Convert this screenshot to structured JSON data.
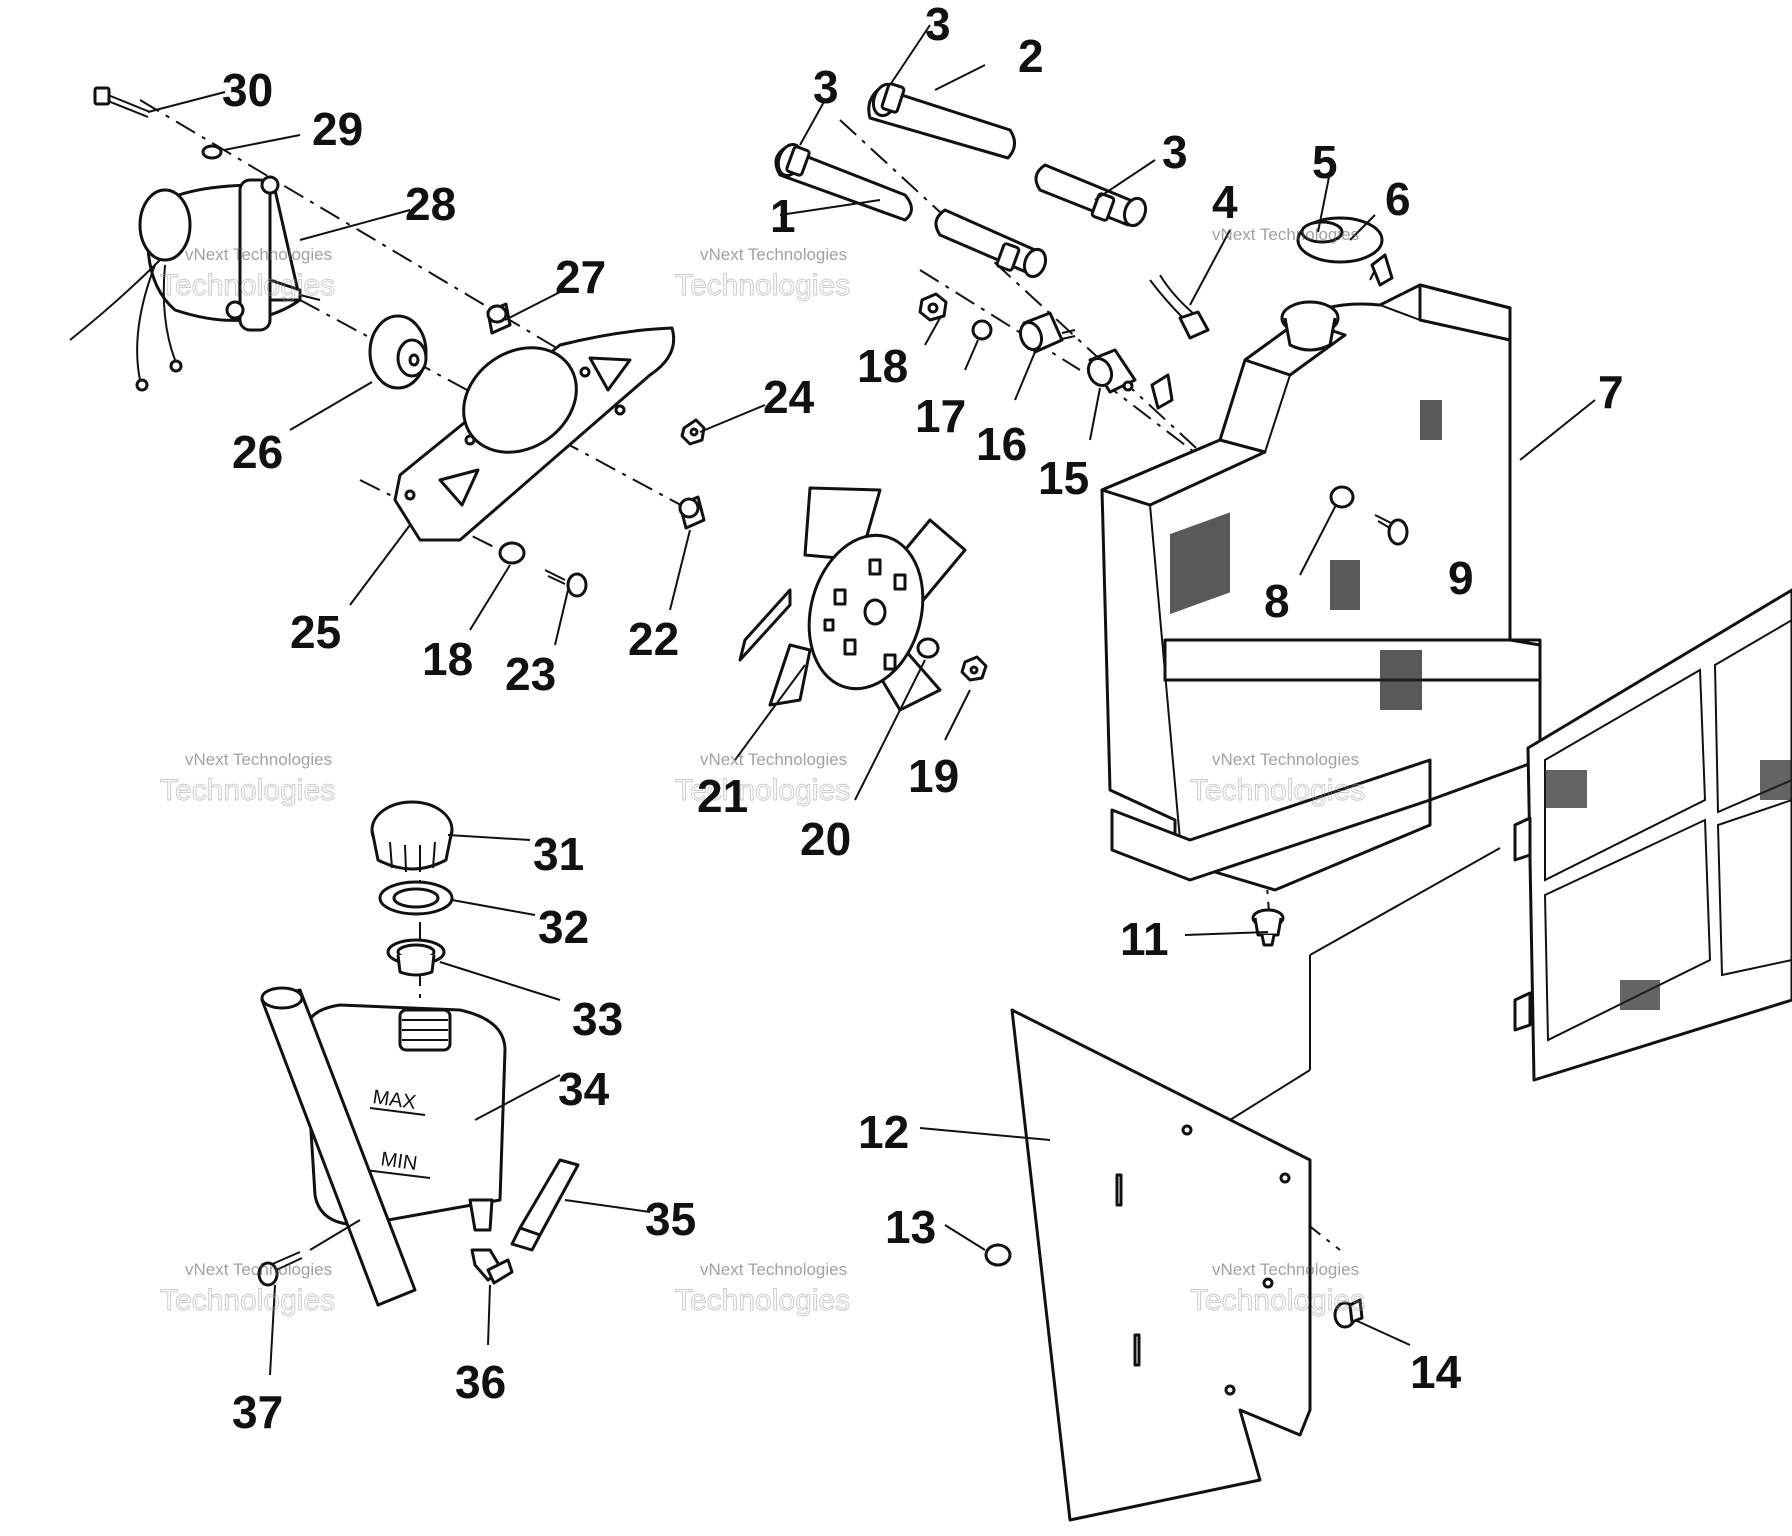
{
  "callouts": [
    {
      "id": "30",
      "text": "30"
    },
    {
      "id": "29",
      "text": "29"
    },
    {
      "id": "28",
      "text": "28"
    },
    {
      "id": "27",
      "text": "27"
    },
    {
      "id": "26",
      "text": "26"
    },
    {
      "id": "25",
      "text": "25"
    },
    {
      "id": "24",
      "text": "24"
    },
    {
      "id": "23",
      "text": "23"
    },
    {
      "id": "22",
      "text": "22"
    },
    {
      "id": "21",
      "text": "21"
    },
    {
      "id": "20",
      "text": "20"
    },
    {
      "id": "19",
      "text": "19"
    },
    {
      "id": "18a",
      "text": "18"
    },
    {
      "id": "18b",
      "text": "18"
    },
    {
      "id": "17",
      "text": "17"
    },
    {
      "id": "16",
      "text": "16"
    },
    {
      "id": "15",
      "text": "15"
    },
    {
      "id": "3a",
      "text": "3"
    },
    {
      "id": "3b",
      "text": "3"
    },
    {
      "id": "3c",
      "text": "3"
    },
    {
      "id": "2",
      "text": "2"
    },
    {
      "id": "1",
      "text": "1"
    },
    {
      "id": "4",
      "text": "4"
    },
    {
      "id": "5",
      "text": "5"
    },
    {
      "id": "6",
      "text": "6"
    },
    {
      "id": "7",
      "text": "7"
    },
    {
      "id": "8",
      "text": "8"
    },
    {
      "id": "9",
      "text": "9"
    },
    {
      "id": "11",
      "text": "11"
    },
    {
      "id": "12",
      "text": "12"
    },
    {
      "id": "13",
      "text": "13"
    },
    {
      "id": "14",
      "text": "14"
    },
    {
      "id": "31",
      "text": "31"
    },
    {
      "id": "32",
      "text": "32"
    },
    {
      "id": "33",
      "text": "33"
    },
    {
      "id": "34",
      "text": "34"
    },
    {
      "id": "35",
      "text": "35"
    },
    {
      "id": "36",
      "text": "36"
    },
    {
      "id": "37",
      "text": "37"
    }
  ],
  "tank_markings": {
    "max": "MAX",
    "min": "MIN"
  },
  "watermark": {
    "line1": "vNext Technologies",
    "line2": "Technologies"
  },
  "colors": {
    "ink": "#111111",
    "paper": "#ffffff"
  }
}
